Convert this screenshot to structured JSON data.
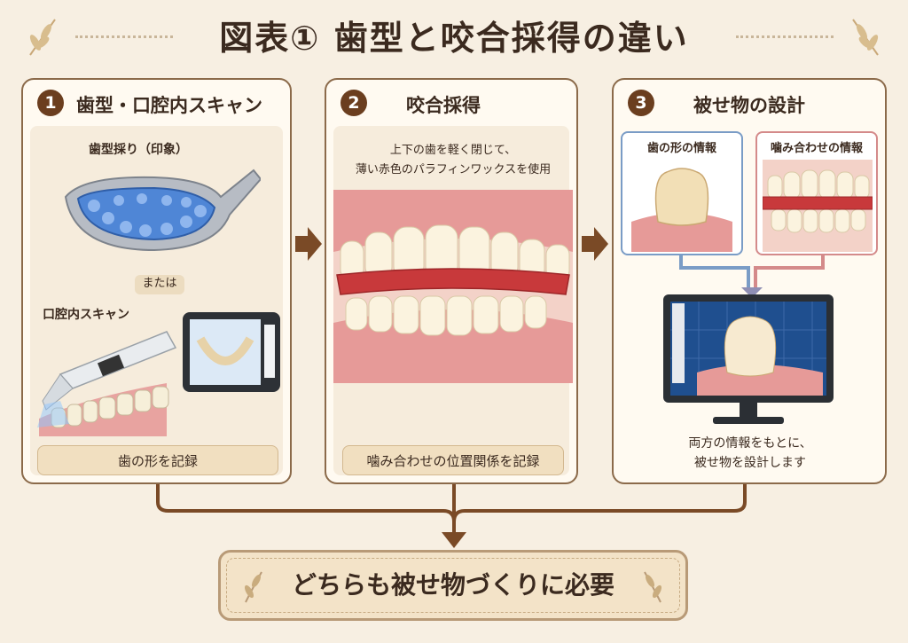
{
  "title": "図表① 歯型と咬合採得の違い",
  "panels": [
    {
      "number": "1",
      "title": "歯型・口腔内スキャン",
      "label_impression": "歯型採り（印象）",
      "label_or": "または",
      "label_scan": "口腔内スキャン",
      "caption": "歯の形を記録"
    },
    {
      "number": "2",
      "title": "咬合採得",
      "description_line1": "上下の歯を軽く閉じて、",
      "description_line2": "薄い赤色のパラフィンワックスを使用",
      "caption": "噛み合わせの位置関係を記録"
    },
    {
      "number": "3",
      "title": "被せ物の設計",
      "box_shape": "歯の形の情報",
      "box_bite": "噛み合わせの情報",
      "result_line1": "両方の情報をもとに、",
      "result_line2": "被せ物を設計します"
    }
  ],
  "conclusion": "どちらも被せ物づくりに必要",
  "colors": {
    "accent_brown": "#6b3e1f",
    "blue_box": "#7a9cc6",
    "red_box": "#d48a8a",
    "wax_red": "#c8393b"
  }
}
